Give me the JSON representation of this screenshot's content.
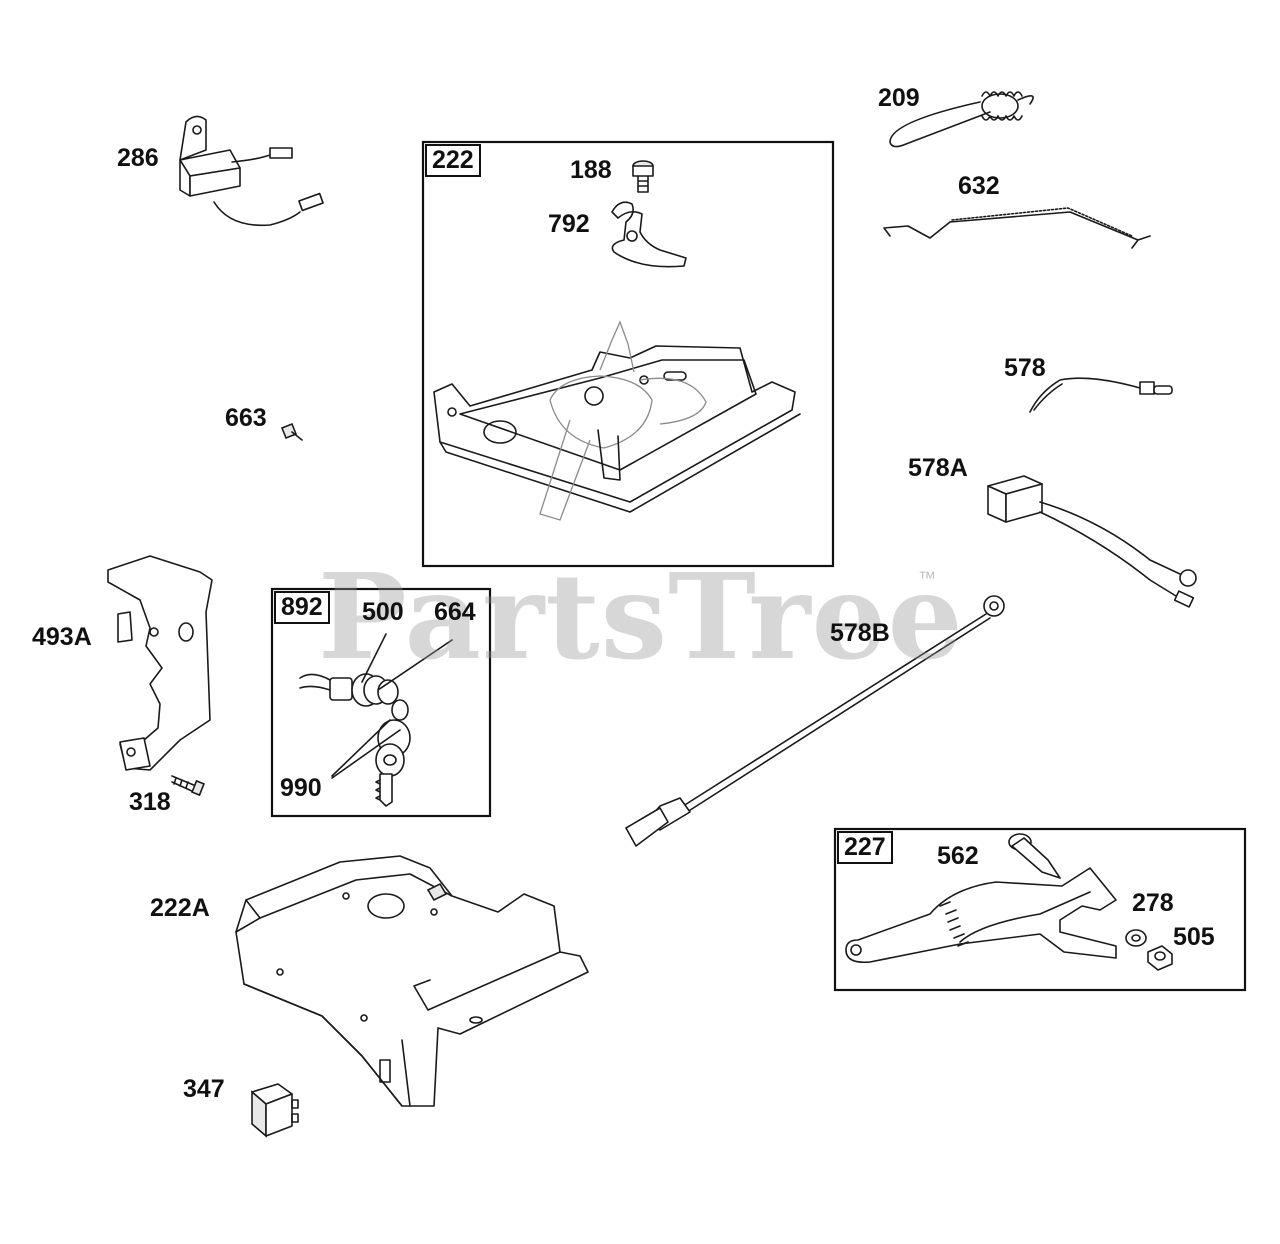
{
  "labels": {
    "p209": "209",
    "p286": "286",
    "p188": "188",
    "p792": "792",
    "p632": "632",
    "p578": "578",
    "p663": "663",
    "p578A": "578A",
    "p493A": "493A",
    "p500": "500",
    "p664": "664",
    "p578B": "578B",
    "p318": "318",
    "p990": "990",
    "p562": "562",
    "p278": "278",
    "p505": "505",
    "p222A": "222A",
    "p347": "347"
  },
  "group_labels": {
    "g222": "222",
    "g892": "892",
    "g227": "227"
  },
  "watermark": {
    "text": "PartsTree",
    "tm": "™"
  },
  "colors": {
    "line": "#1a1a1a",
    "watermark": "#969696",
    "background": "#ffffff"
  }
}
